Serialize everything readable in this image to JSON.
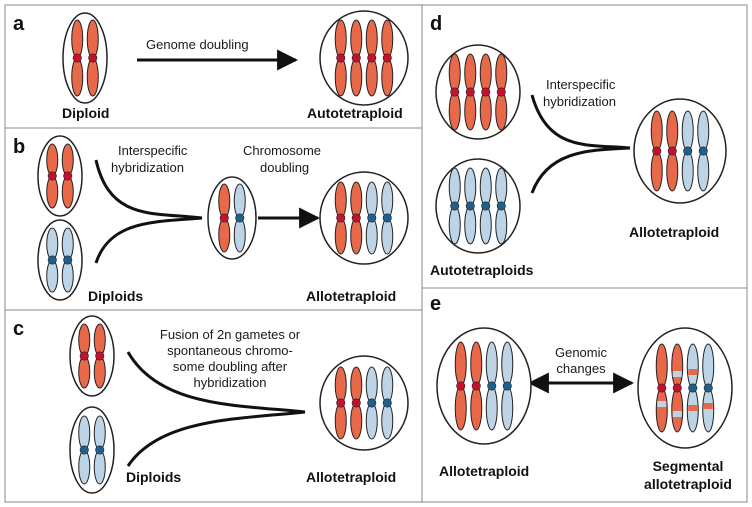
{
  "colors": {
    "red_chromosome": "#e8694a",
    "blue_chromosome": "#bdd3e6",
    "red_centromere": "#c8102e",
    "blue_centromere": "#1f5f8b",
    "panel_border": "#888888",
    "outline": "#222222"
  },
  "panels": {
    "a": {
      "letter": "a",
      "arrow_label": "Genome doubling",
      "left_name": "Diploid",
      "right_name": "Autotetraploid"
    },
    "b": {
      "letter": "b",
      "label_hybridization": [
        "Interspecific",
        "hybridization"
      ],
      "label_doubling": [
        "Chromosome",
        "doubling"
      ],
      "left_name": "Diploids",
      "right_name": "Allotetraploid"
    },
    "c": {
      "letter": "c",
      "label_fusion": [
        "Fusion of 2n gametes or",
        "spontaneous chromo-",
        "some doubling after",
        "hybridization"
      ],
      "left_name": "Diploids",
      "right_name": "Allotetraploid"
    },
    "d": {
      "letter": "d",
      "label_hybridization": [
        "Interspecific",
        "hybridization"
      ],
      "left_name": "Autotetraploids",
      "right_name": "Allotetraploid"
    },
    "e": {
      "letter": "e",
      "arrow_label": [
        "Genomic",
        "changes"
      ],
      "left_name": "Allotetraploid",
      "right_name": [
        "Segmental",
        "allotetraploid"
      ]
    }
  }
}
